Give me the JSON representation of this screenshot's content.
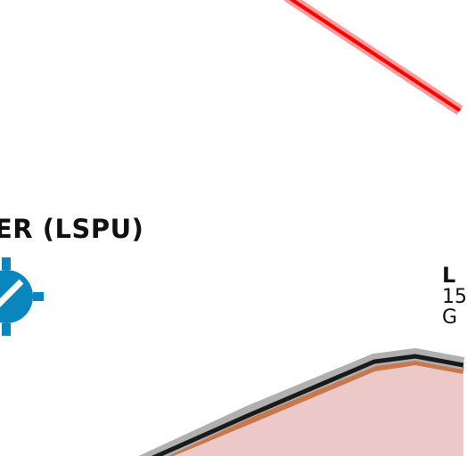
{
  "map": {
    "airport_name": "ER (LSPU)",
    "airport_symbol": "airport-icon",
    "airport_symbol_color": "#0a86bf",
    "navaid": {
      "ident": "L",
      "frequency": "15",
      "name": "G"
    },
    "colors": {
      "restricted_route": "#ff0000",
      "terrain_fill": "#ecc8c8",
      "terrain_edge": "#c8784a",
      "terrain_outline": "#1a1a1a",
      "terrain_halo": "#b0b0b0"
    }
  }
}
